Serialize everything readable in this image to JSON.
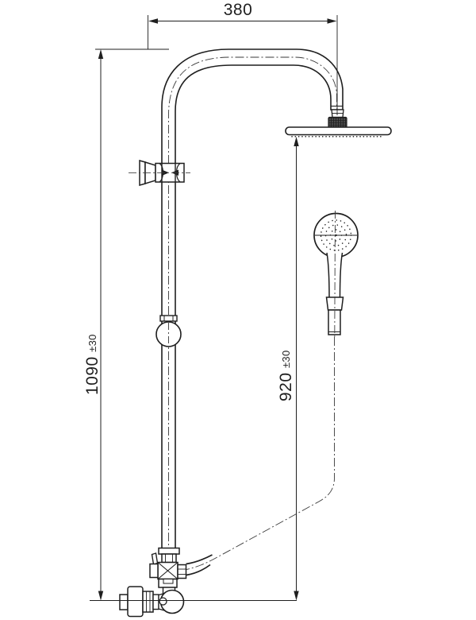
{
  "drawing": {
    "background": "#ffffff",
    "line_color": "#1f1f1f",
    "type": "shower-column-installation-drawing"
  },
  "dimensions": {
    "top_width": {
      "value": "380",
      "unit_note": ""
    },
    "overall_height": {
      "value": "1090",
      "tolerance": "±30"
    },
    "hand_shower_height": {
      "value": "920",
      "tolerance": "±30"
    }
  }
}
